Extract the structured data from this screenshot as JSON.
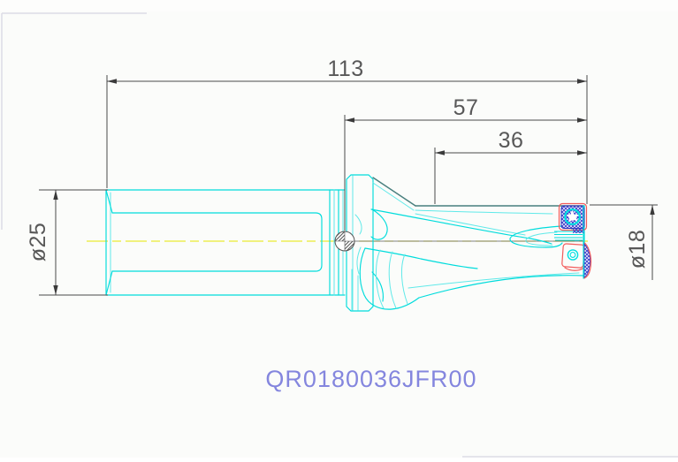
{
  "drawing": {
    "part_number": "QR0180036JFR00",
    "dims": {
      "overall_length": "113",
      "head_length": "57",
      "flute_length": "36",
      "shank_dia": "ø25",
      "cut_dia": "ø18"
    },
    "colors": {
      "geometry": "#00dcdc",
      "dark_edge": "#487f7e",
      "centerline": "#e6e600",
      "dimension": "#4a4a4a",
      "insert_hatch": "#4343cf",
      "pocket_outline": "#f25b5b",
      "part_label": "#8486de",
      "frame": "#dcdce6",
      "background": "#fbfcfa"
    }
  }
}
